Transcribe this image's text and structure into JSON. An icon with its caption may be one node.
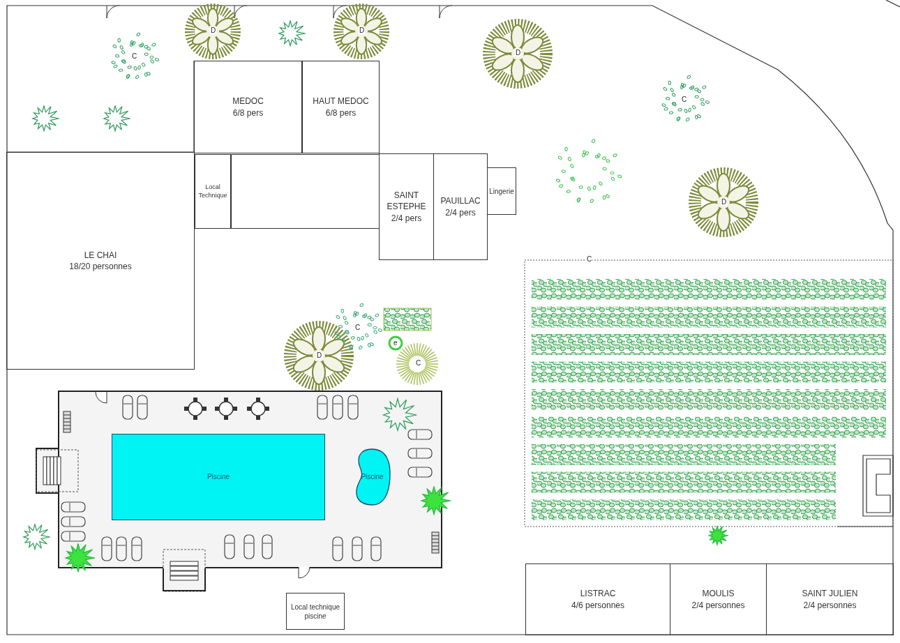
{
  "diagram": {
    "nodes": [
      {
        "text": [
          "MEDOC",
          "6/8 pers"
        ]
      },
      {
        "text": [
          "HAUT MEDOC",
          "6/8 pers"
        ]
      },
      {
        "text": [
          "Local Technique"
        ]
      },
      {
        "text": [],
        "shape": "box"
      },
      {
        "text": [
          "SAINT ESTEPHE",
          "2/4 pers"
        ]
      },
      {
        "text": [
          "PAUILLAC",
          "2/4 pers"
        ]
      },
      {
        "text": [
          "Lingerie"
        ]
      },
      {
        "text": [
          "LE CHAI",
          "18/20 personnes"
        ]
      },
      {
        "text": [],
        "shape": "box"
      },
      {
        "text": [
          "Piscine"
        ],
        "in": 8
      },
      {
        "text": [
          "Piscine"
        ],
        "in": 8
      },
      {
        "text": [
          "Local technique piscine"
        ]
      },
      {
        "text": [
          "LISTRAC",
          "4/6 personnes"
        ]
      },
      {
        "text": [
          "MOULIS",
          "2/4 personnes"
        ]
      },
      {
        "text": [
          "SAINT JULIEN",
          "2/4 personnes"
        ]
      }
    ],
    "labels": [
      "D",
      "D",
      "D",
      "C",
      "C",
      "D",
      "C",
      "C",
      "e",
      "D",
      "C"
    ]
  }
}
